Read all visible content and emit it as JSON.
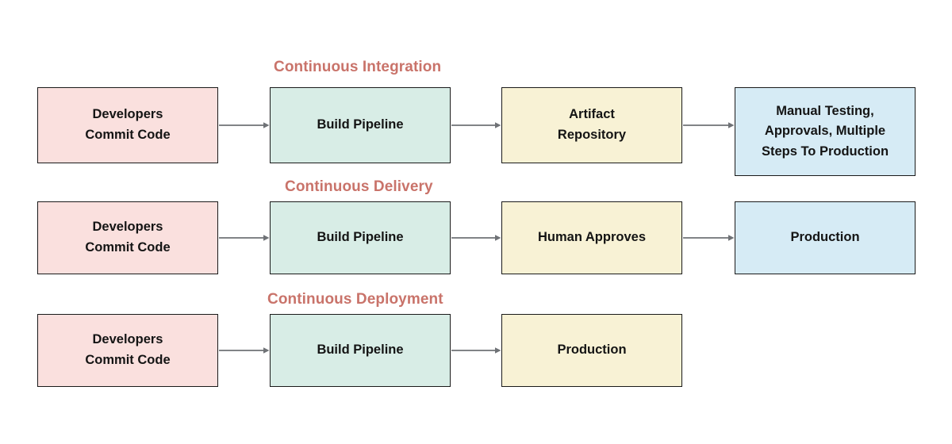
{
  "diagram": {
    "title_color": "#c9736a",
    "border_color": "#1a1a1a",
    "arrow_color": "#6f7276",
    "background": "#ffffff",
    "palette": {
      "pink": "#fae0de",
      "mint": "#d8ede6",
      "cream": "#f8f2d5",
      "blue": "#d6ebf5"
    },
    "rows": [
      {
        "title": "Continuous Integration",
        "nodes": [
          {
            "lines": [
              "Developers",
              "Commit Code"
            ],
            "fill": "pink"
          },
          {
            "lines": [
              "Build Pipeline"
            ],
            "fill": "mint"
          },
          {
            "lines": [
              "Artifact",
              "Repository"
            ],
            "fill": "cream"
          },
          {
            "lines": [
              "Manual Testing,",
              "Approvals, Multiple",
              "Steps To Production"
            ],
            "fill": "blue"
          }
        ],
        "arrows": 3
      },
      {
        "title": "Continuous Delivery",
        "nodes": [
          {
            "lines": [
              "Developers",
              "Commit Code"
            ],
            "fill": "pink"
          },
          {
            "lines": [
              "Build Pipeline"
            ],
            "fill": "mint"
          },
          {
            "lines": [
              "Human Approves"
            ],
            "fill": "cream"
          },
          {
            "lines": [
              "Production"
            ],
            "fill": "blue"
          }
        ],
        "arrows": 3
      },
      {
        "title": "Continuous Deployment",
        "nodes": [
          {
            "lines": [
              "Developers",
              "Commit Code"
            ],
            "fill": "pink"
          },
          {
            "lines": [
              "Build Pipeline"
            ],
            "fill": "mint"
          },
          {
            "lines": [
              "Production"
            ],
            "fill": "cream"
          }
        ],
        "arrows": 2
      }
    ]
  }
}
